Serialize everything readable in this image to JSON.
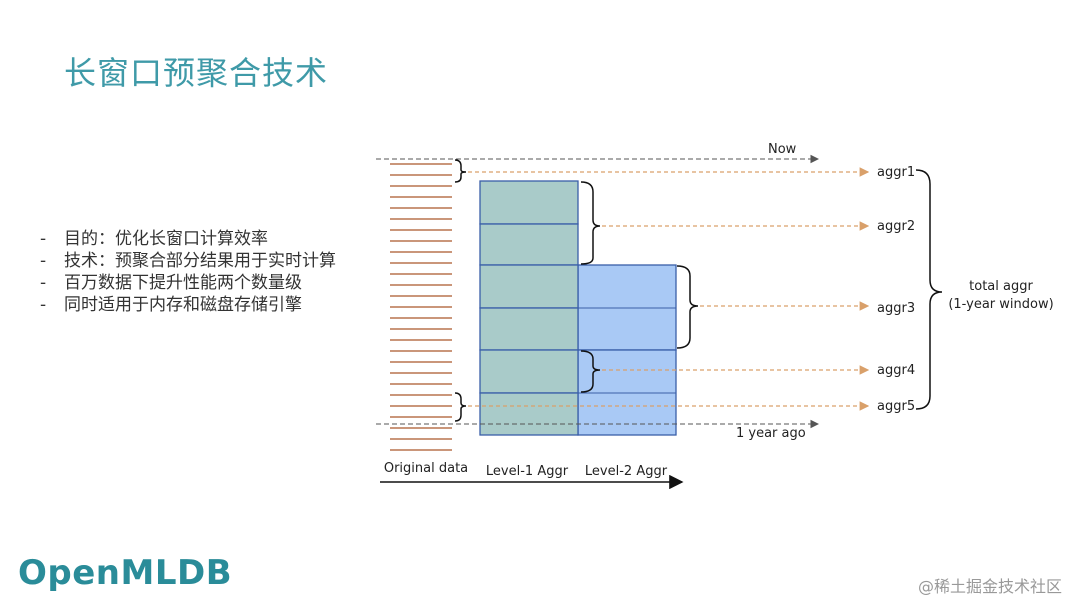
{
  "title": "长窗口预聚合技术",
  "bullets": [
    "目的：优化长窗口计算效率",
    "技术：预聚合部分结果用于实时计算",
    "百万数据下提升性能两个数量级",
    "同时适用于内存和磁盘存储引擎"
  ],
  "diagram": {
    "now_label": "Now",
    "year_ago_label": "1 year ago",
    "aggr_labels": [
      "aggr1",
      "aggr2",
      "aggr3",
      "aggr4",
      "aggr5"
    ],
    "total_label_line1": "total aggr",
    "total_label_line2": "(1-year window)",
    "column_labels": [
      "Original data",
      "Level-1 Aggr",
      "Level-2 Aggr"
    ],
    "colors": {
      "level1_fill": "#a9cbc9",
      "level2_fill": "#a9c9f5",
      "box_stroke": "#3a5fa8",
      "original_lines": "#b8734f",
      "aggr_arrow": "#d9a06a",
      "dashed_axis": "#555555"
    }
  },
  "logo": "OpenMLDB",
  "watermark": "@稀土掘金技术社区"
}
